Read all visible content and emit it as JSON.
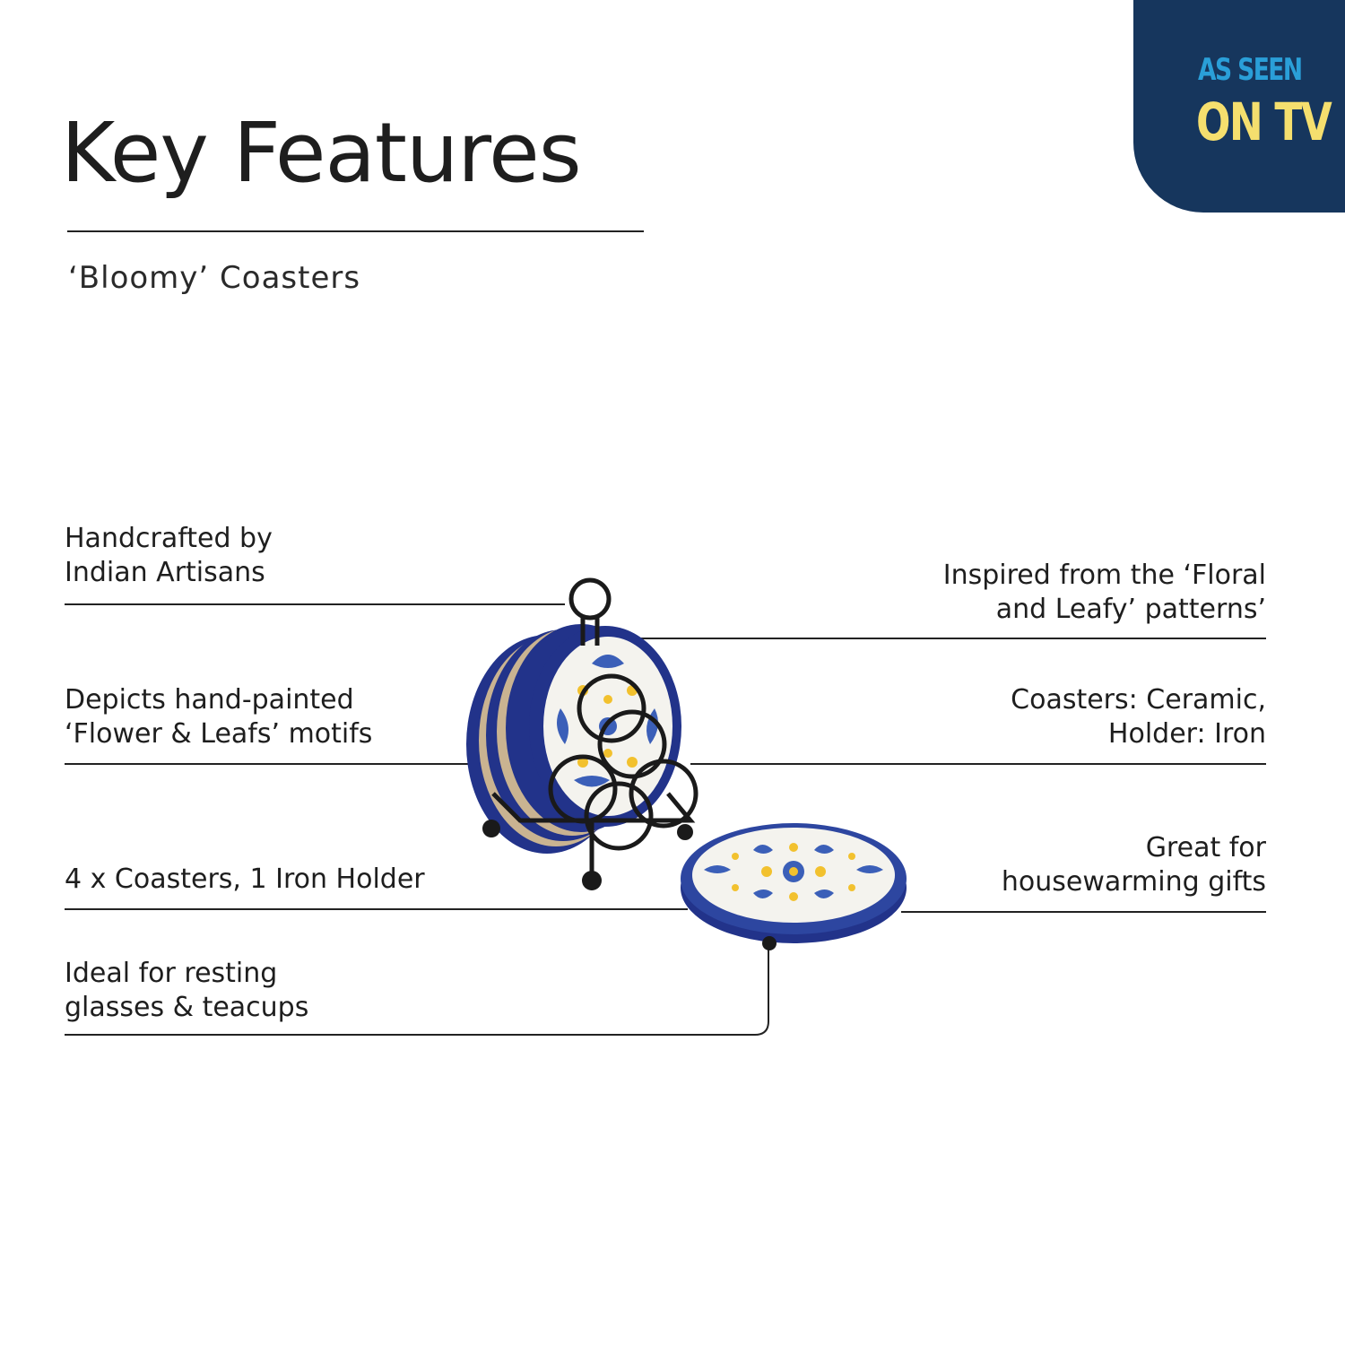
{
  "header": {
    "title": "Key Features",
    "subtitle": "‘Bloomy’ Coasters"
  },
  "badge": {
    "line1": "AS SEEN",
    "line2": "ON TV",
    "bg_color": "#16365d",
    "line1_color": "#2a9fd8",
    "line2_color": "#f5df6e"
  },
  "features_left": [
    {
      "line1": "Handcrafted by",
      "line2": "Indian Artisans"
    },
    {
      "line1": "Depicts hand-painted",
      "line2": "‘Flower & Leafs’ motifs"
    },
    {
      "line1": "4 x Coasters, 1 Iron Holder"
    },
    {
      "line1": "Ideal for resting",
      "line2": "glasses & teacups"
    }
  ],
  "features_right": [
    {
      "line1": "Inspired from the ‘Floral",
      "line2": "and Leafy’ patterns’"
    },
    {
      "line1": "Coasters: Ceramic,",
      "line2": "Holder: Iron"
    },
    {
      "line1": "Great for",
      "line2": "housewarming gifts"
    }
  ],
  "product": {
    "coaster_blue": "#22338a",
    "coaster_white": "#f4f3ee",
    "motif_yellow": "#f2c12e",
    "motif_blue": "#3b5fb8",
    "holder_black": "#1a1a1a"
  }
}
